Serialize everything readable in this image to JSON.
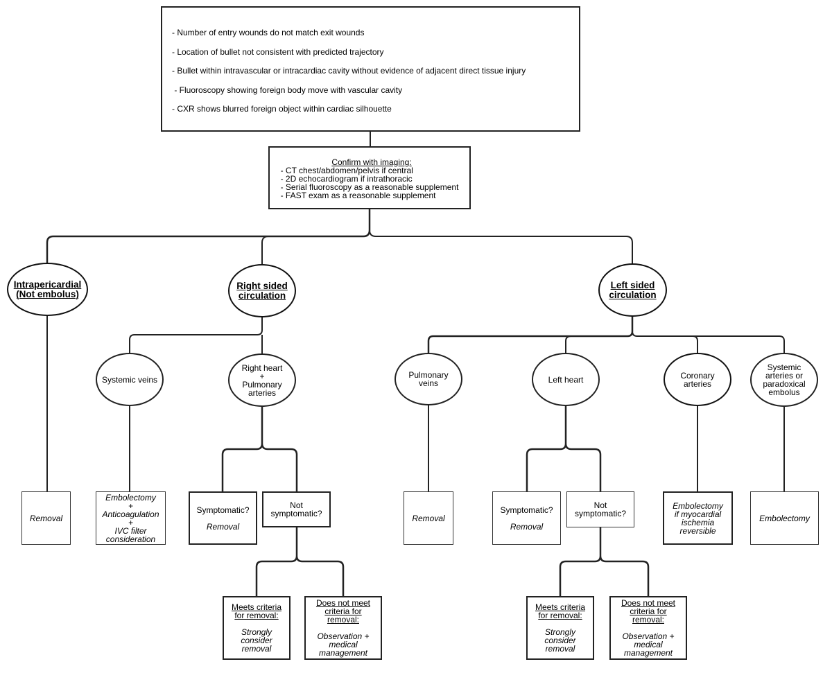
{
  "top_box": {
    "items": [
      "- Number of entry wounds do not match exit wounds",
      "- Location of bullet not consistent with predicted trajectory",
      "- Bullet within intravascular or intracardiac cavity without evidence of adjacent direct tissue injury",
      " - Fluoroscopy showing foreign body move with vascular cavity",
      "- CXR shows blurred foreign object within cardiac silhouette"
    ]
  },
  "imaging_box": {
    "title": "Confirm with imaging:",
    "items": [
      "- CT chest/abdomen/pelvis if central",
      "- 2D echocardiogram if intrathoracic",
      "- Serial fluoroscopy as a reasonable supplement",
      "- FAST exam as a reasonable supplement"
    ]
  },
  "intrapericardial": {
    "line1": "Intrapericardial",
    "line2": "(Not embolus)"
  },
  "right_sided": {
    "line1": "Right sided",
    "line2": "circulation"
  },
  "left_sided": {
    "line1": "Left sided",
    "line2": "circulation"
  },
  "systemic_veins": {
    "label": "Systemic veins"
  },
  "right_heart": {
    "line1": "Right heart",
    "line2": "+",
    "line3": "Pulmonary",
    "line4": "arteries"
  },
  "pulmonary_veins": {
    "line1": "Pulmonary",
    "line2": "veins"
  },
  "left_heart": {
    "label": "Left heart"
  },
  "coronary": {
    "line1": "Coronary",
    "line2": "arteries"
  },
  "systemic_arteries": {
    "line1": "Systemic",
    "line2": "arteries or",
    "line3": "paradoxical",
    "line4": "embolus"
  },
  "removal_1": {
    "label": "Removal"
  },
  "embolectomy_anticoag": {
    "line1": "Embolectomy",
    "line2": "+",
    "line3": "Anticoagulation",
    "line4": "+",
    "line5": "IVC filter",
    "line6": "consideration"
  },
  "symptomatic_right": {
    "question": "Symptomatic?",
    "action": "Removal"
  },
  "not_symptomatic_right": {
    "line1": "Not",
    "line2": "symptomatic?"
  },
  "removal_2": {
    "label": "Removal"
  },
  "symptomatic_left": {
    "question": "Symptomatic?",
    "action": "Removal"
  },
  "not_symptomatic_left": {
    "line1": "Not",
    "line2": "symptomatic?"
  },
  "embolectomy_ischemia": {
    "line1": "Embolectomy",
    "line2": "if myocardial",
    "line3": "ischemia",
    "line4": "reversible"
  },
  "embolectomy": {
    "label": "Embolectomy"
  },
  "meets_right": {
    "title1": "Meets criteria",
    "title2": "for removal:",
    "body1": "Strongly",
    "body2": "consider",
    "body3": "removal"
  },
  "not_meet_right": {
    "title1": "Does not meet",
    "title2": "criteria for",
    "title3": "removal:",
    "body1": "Observation +",
    "body2": "medical",
    "body3": "management"
  },
  "meets_left": {
    "title1": "Meets criteria",
    "title2": "for removal:",
    "body1": "Strongly",
    "body2": "consider",
    "body3": "removal"
  },
  "not_meet_left": {
    "title1": "Does not meet",
    "title2": "criteria for",
    "title3": "removal:",
    "body1": "Observation +",
    "body2": "medical",
    "body3": "management"
  }
}
